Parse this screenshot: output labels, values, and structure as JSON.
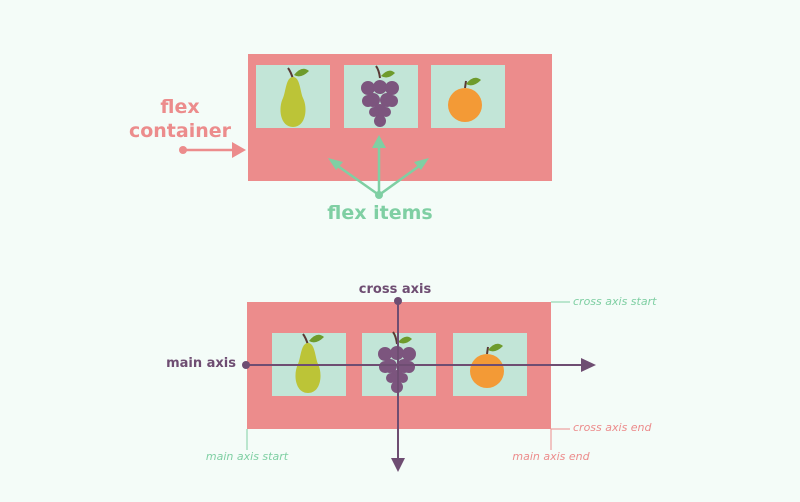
{
  "labels": {
    "flex_container_line1": "flex",
    "flex_container_line2": "container",
    "flex_items": "flex items",
    "cross_axis": "cross axis",
    "main_axis": "main axis",
    "cross_axis_start": "cross axis start",
    "cross_axis_end": "cross axis end",
    "main_axis_start": "main axis start",
    "main_axis_end": "main axis end"
  },
  "fruits": {
    "top": [
      "pear",
      "grapes",
      "orange"
    ],
    "bottom": [
      "pear",
      "grapes",
      "orange"
    ]
  },
  "colors": {
    "background": "#f4fcf8",
    "container": "#ec8c8c",
    "item": "#c2e5d7",
    "green_accent": "#7fcfa3",
    "purple_accent": "#6e4d72",
    "pink_text": "#ec8c8c",
    "pear": "#bcc437",
    "grapes": "#7c557e",
    "orange": "#f39a36",
    "leaf": "#6e9b2c"
  }
}
